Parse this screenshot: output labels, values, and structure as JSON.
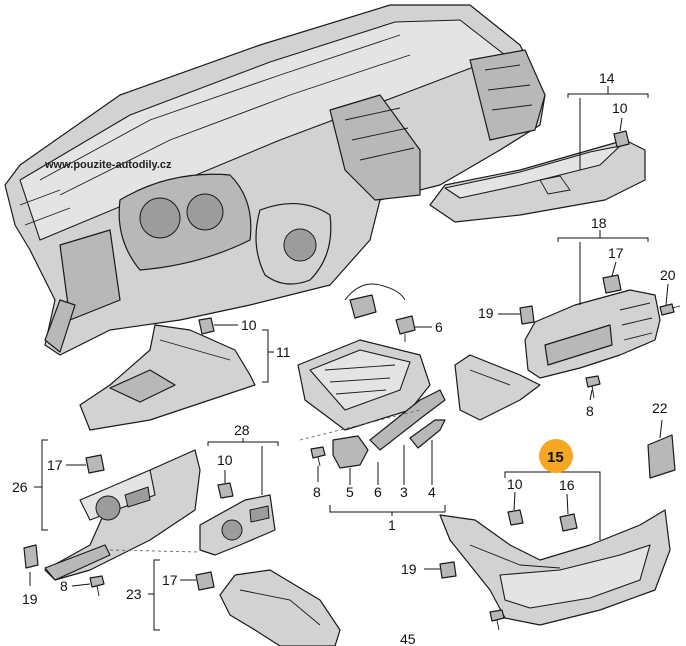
{
  "watermark": "www.pouzite-autodily.cz",
  "figure_number": "45",
  "highlight_color": "#f5a623",
  "callouts": {
    "c14": "14",
    "c10a": "10",
    "c18": "18",
    "c17a": "17",
    "c20": "20",
    "c19a": "19",
    "c8a": "8",
    "c10b": "10",
    "c11": "11",
    "c6a": "6",
    "c22": "22",
    "c15": "15",
    "c10c": "10",
    "c16": "16",
    "c19c": "19",
    "c28": "28",
    "c10d": "10",
    "c17b": "17",
    "c26": "26",
    "c19b": "19",
    "c8b": "8",
    "c8c": "8",
    "c5": "5",
    "c6b": "6",
    "c3": "3",
    "c4": "4",
    "c1": "1",
    "c17c": "17",
    "c23": "23"
  }
}
